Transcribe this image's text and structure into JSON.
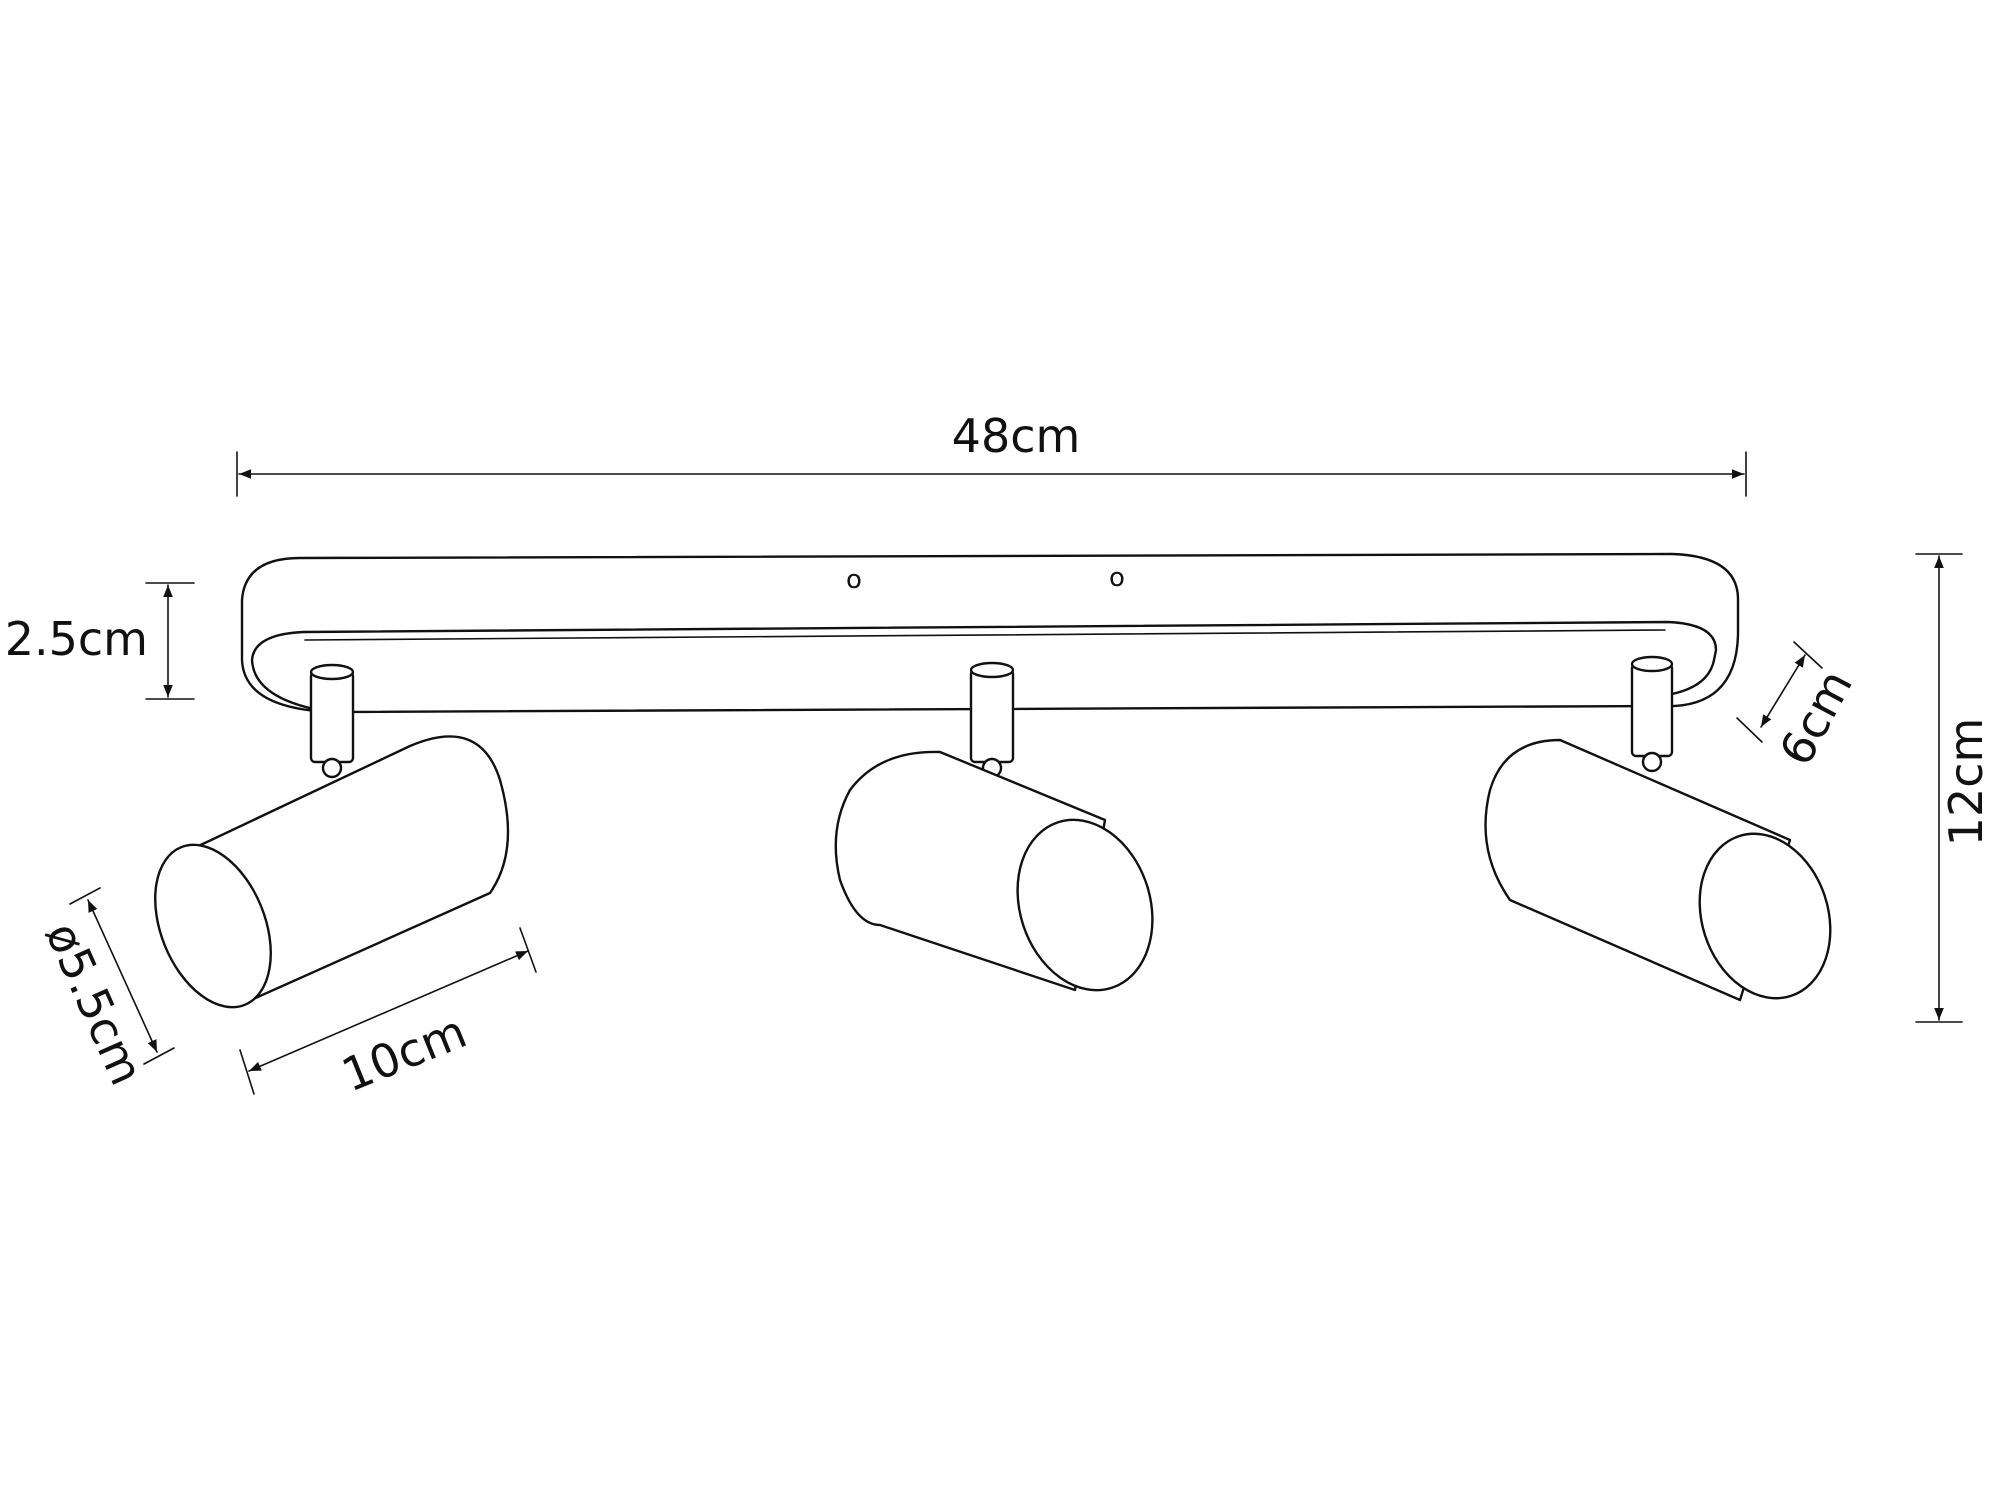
{
  "dimensions": {
    "total_length": "48cm",
    "base_height": "2.5cm",
    "base_depth": "6cm",
    "overall_height": "12cm",
    "head_diameter": "ø5.5cm",
    "head_length": "10cm"
  },
  "mounting_holes": [
    "o",
    "o"
  ],
  "colors": {
    "line": "#111111",
    "background": "#ffffff"
  }
}
